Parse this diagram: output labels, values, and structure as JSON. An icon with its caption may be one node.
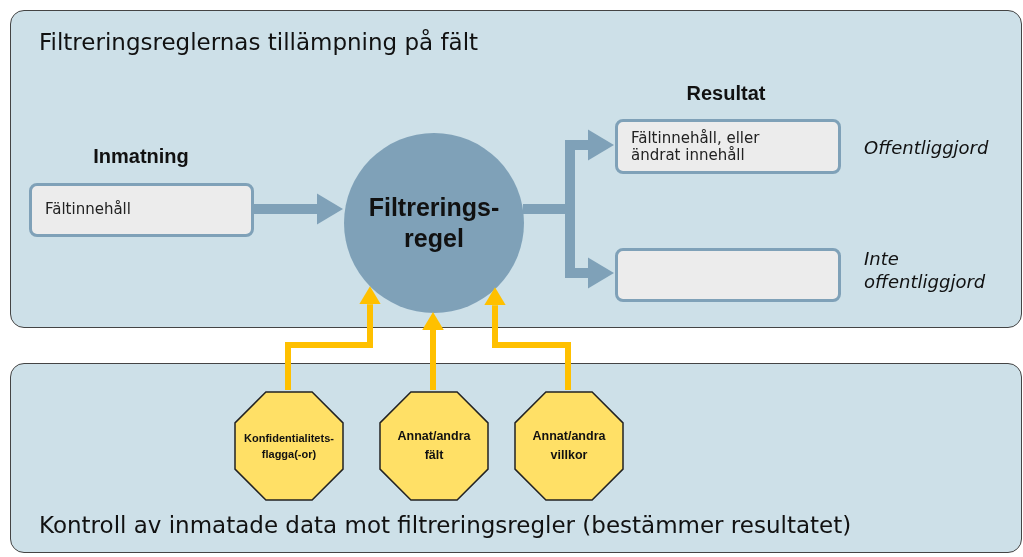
{
  "diagram": {
    "nodes": [
      {
        "text": [
          "Filtreringsreglernas tillämpning på fält"
        ]
      },
      {
        "text": [
          "Inmatning",
          "Fältinnehåll"
        ],
        "in": 0
      },
      {
        "text": [
          "Filtrerings- regel"
        ],
        "in": 0
      },
      {
        "text": [
          "Fältinnehåll, eller ändrat innehåll"
        ],
        "beside": [
          "Offentliggjord"
        ],
        "in": 0
      },
      {
        "text": [],
        "shape": "box",
        "beside": [
          "Inte offentliggjord"
        ],
        "in": 0
      },
      {
        "text": [
          "Kontroll av inmatade data mot filtreringsregler (bestämmer resultatet)"
        ]
      },
      {
        "text": [
          "Konfidentialitets- flagga(-or)"
        ],
        "in": 5
      },
      {
        "text": [
          "Annat/andra fält"
        ],
        "in": 5
      },
      {
        "text": [
          "Annat/andra villkor"
        ],
        "in": 5
      }
    ],
    "edges": [
      {
        "from": 1,
        "to": 2,
        "arrow": "to",
        "color": "#7fa1b8"
      },
      {
        "from": 2,
        "to": 3,
        "arrow": "to",
        "color": "#7fa1b8"
      },
      {
        "from": 2,
        "to": 4,
        "arrow": "to",
        "color": "#7fa1b8"
      },
      {
        "from": 6,
        "to": 2,
        "arrow": "to",
        "color": "#ffc000"
      },
      {
        "from": 7,
        "to": 2,
        "arrow": "to",
        "color": "#ffc000"
      },
      {
        "from": 8,
        "to": 2,
        "arrow": "to",
        "color": "#ffc000"
      }
    ],
    "labels": [
      "Resultat"
    ]
  }
}
